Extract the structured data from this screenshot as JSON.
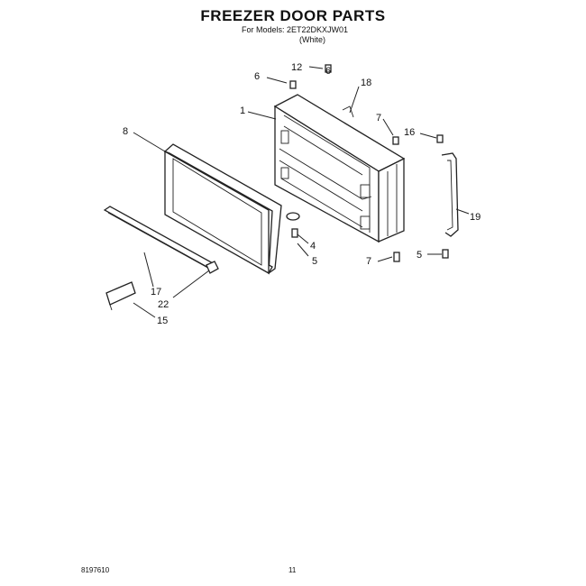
{
  "header": {
    "title": "FREEZER DOOR PARTS",
    "models_line": "For Models: 2ET22DKXJW01",
    "color_line": "(White)"
  },
  "callouts": {
    "c1": "1",
    "c4": "4",
    "c5a": "5",
    "c5b": "5",
    "c6a": "6",
    "c6b": "6",
    "c7a": "7",
    "c7b": "7",
    "c8": "8",
    "c12": "12",
    "c15": "15",
    "c16": "16",
    "c17": "17",
    "c18": "18",
    "c19": "19",
    "c22": "22"
  },
  "footer": {
    "doc_number": "8197610",
    "page_number": "11"
  }
}
